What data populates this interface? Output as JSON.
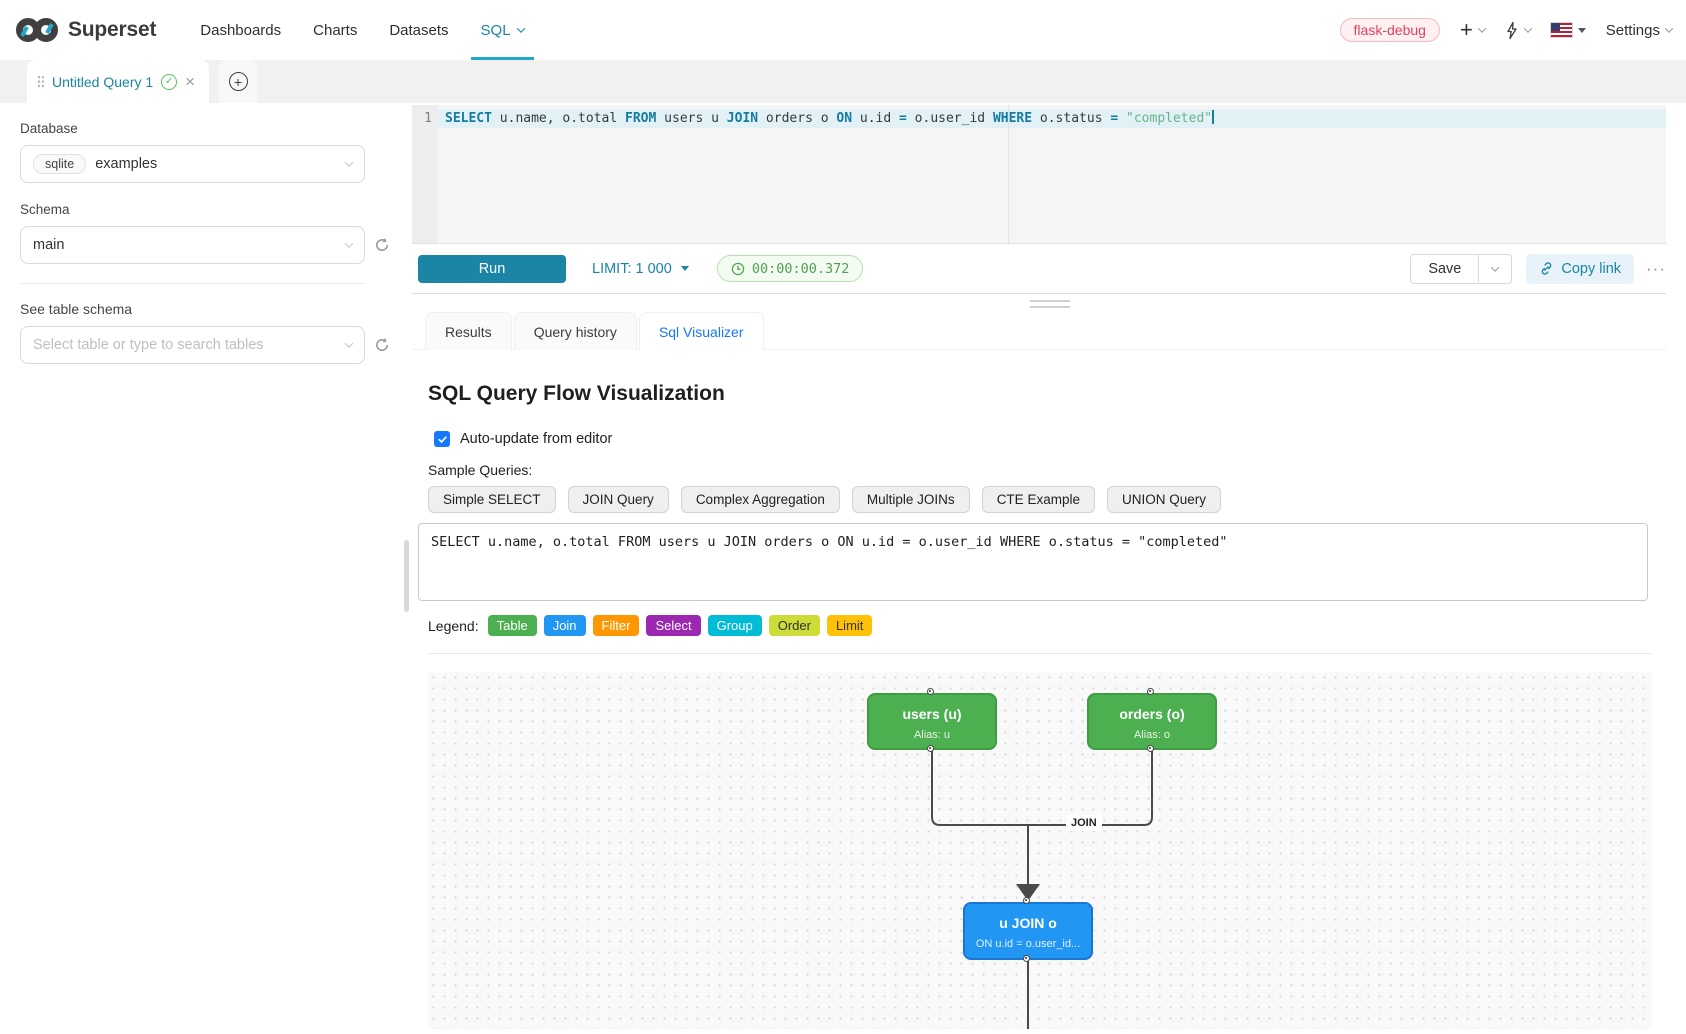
{
  "navbar": {
    "brand": "Superset",
    "items": [
      {
        "label": "Dashboards"
      },
      {
        "label": "Charts"
      },
      {
        "label": "Datasets"
      },
      {
        "label": "SQL",
        "active": true
      }
    ],
    "env_badge": "flask-debug",
    "settings_label": "Settings"
  },
  "tabbar": {
    "active_tab_title": "Untitled Query 1"
  },
  "sidebar": {
    "database_label": "Database",
    "database_engine_tag": "sqlite",
    "database_value": "examples",
    "schema_label": "Schema",
    "schema_value": "main",
    "table_section_label": "See table schema",
    "table_placeholder": "Select table or type to search tables"
  },
  "editor": {
    "line_number": "1",
    "tokens": [
      {
        "text": "SELECT",
        "type": "kw"
      },
      {
        "text": " u.name, o.total ",
        "type": "pl"
      },
      {
        "text": "FROM",
        "type": "kw"
      },
      {
        "text": " users u ",
        "type": "pl"
      },
      {
        "text": "JOIN",
        "type": "kw"
      },
      {
        "text": " orders o ",
        "type": "pl"
      },
      {
        "text": "ON",
        "type": "kw"
      },
      {
        "text": " u.id ",
        "type": "pl"
      },
      {
        "text": "=",
        "type": "op"
      },
      {
        "text": " o.user_id ",
        "type": "pl"
      },
      {
        "text": "WHERE",
        "type": "kw"
      },
      {
        "text": " o.status ",
        "type": "pl"
      },
      {
        "text": "= ",
        "type": "op"
      },
      {
        "text": "\"completed\"",
        "type": "str"
      }
    ]
  },
  "toolbar": {
    "run_label": "Run",
    "limit_label": "LIMIT:",
    "limit_value": "1 000",
    "timer_value": "00:00:00.372",
    "save_label": "Save",
    "copy_link_label": "Copy link",
    "more_label": "···"
  },
  "result_tabs": [
    {
      "label": "Results"
    },
    {
      "label": "Query history"
    },
    {
      "label": "Sql Visualizer",
      "active": true
    }
  ],
  "visualizer": {
    "title": "SQL Query Flow Visualization",
    "auto_update_label": "Auto-update from editor",
    "auto_update_checked": true,
    "sample_queries_label": "Sample Queries:",
    "sample_buttons": [
      "Simple SELECT",
      "JOIN Query",
      "Complex Aggregation",
      "Multiple JOINs",
      "CTE Example",
      "UNION Query"
    ],
    "query_text": "SELECT u.name, o.total FROM users u JOIN orders o ON u.id = o.user_id WHERE o.status = \"completed\"",
    "legend_label": "Legend:",
    "legend_items": [
      {
        "label": "Table",
        "color": "#4caf50",
        "text_color": "#ffffff"
      },
      {
        "label": "Join",
        "color": "#2196f3",
        "text_color": "#ffffff"
      },
      {
        "label": "Filter",
        "color": "#ff9800",
        "text_color": "#ffffff"
      },
      {
        "label": "Select",
        "color": "#9c27b0",
        "text_color": "#ffffff"
      },
      {
        "label": "Group",
        "color": "#00bcd4",
        "text_color": "#ffffff"
      },
      {
        "label": "Order",
        "color": "#cddc39",
        "text_color": "#333333"
      },
      {
        "label": "Limit",
        "color": "#ffc107",
        "text_color": "#333333"
      }
    ],
    "diagram": {
      "edge_label": "JOIN",
      "nodes": [
        {
          "id": "users",
          "title": "users (u)",
          "subtitle": "Alias: u",
          "color": "#4caf50"
        },
        {
          "id": "orders",
          "title": "orders (o)",
          "subtitle": "Alias: o",
          "color": "#4caf50"
        },
        {
          "id": "join",
          "title": "u JOIN o",
          "subtitle": "ON u.id = o.user_id...",
          "color": "#2196f3"
        }
      ]
    }
  },
  "colors": {
    "brand_teal": "#20a7c9",
    "active_link_teal": "#1a85a5",
    "run_button": "#1a85a5",
    "timer_green": "#4f9f55",
    "tab_active_blue": "#1677ff",
    "env_badge_red": "#e0455e"
  },
  "icons": {
    "superset-logo": "infinity",
    "lightning-icon": "bolt",
    "language-flag-icon": "us-flag",
    "saved-check-icon": "check-circle",
    "clock-icon": "clock",
    "link-icon": "chain-link",
    "refresh-icon": "circular-arrow"
  }
}
